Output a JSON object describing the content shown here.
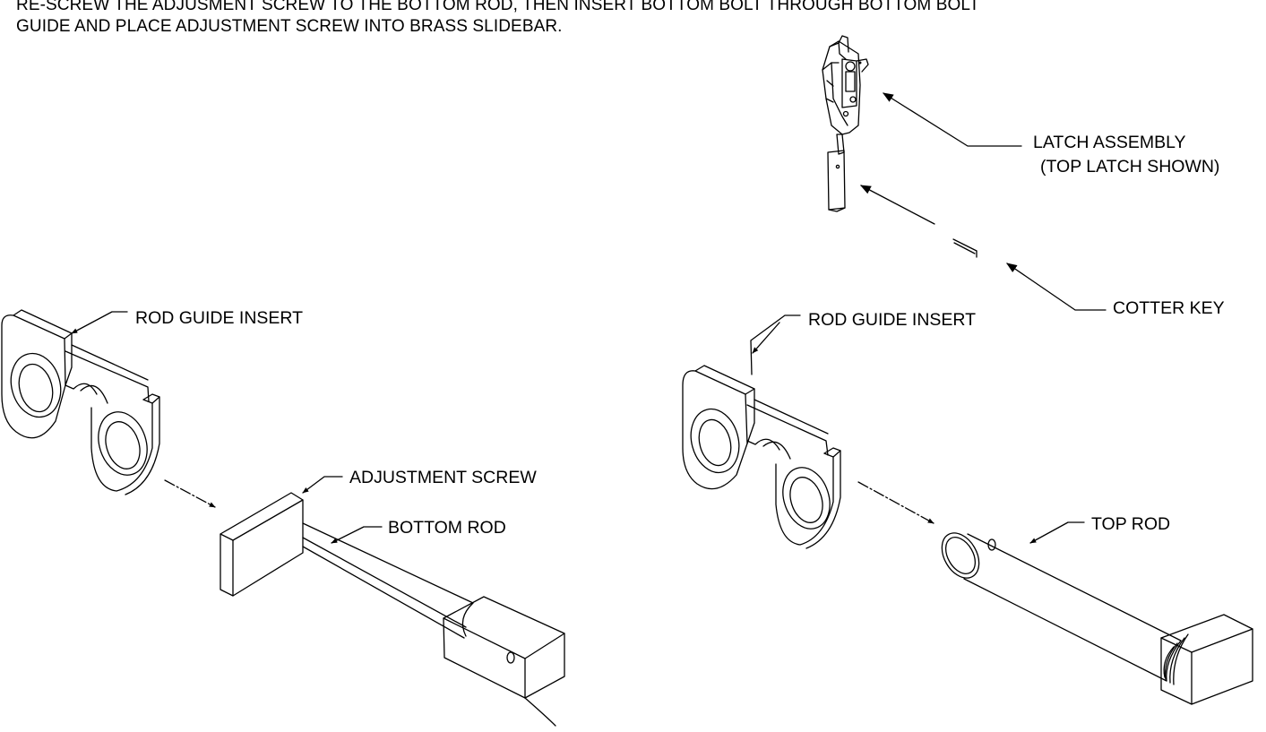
{
  "instructions": {
    "line1": "RE-SCREW THE ADJUSMENT SCREW TO THE BOTTOM ROD, THEN INSERT BOTTOM BOLT THROUGH BOTTOM BOLT",
    "line2": "GUIDE AND PLACE ADJUSTMENT SCREW INTO BRASS SLIDEBAR."
  },
  "labels": {
    "latch_assembly": "LATCH ASSEMBLY",
    "latch_note": "(TOP LATCH SHOWN)",
    "cotter_key": "COTTER KEY",
    "rod_guide_insert_left": "ROD GUIDE INSERT",
    "rod_guide_insert_right": "ROD GUIDE INSERT",
    "adjustment_screw": "ADJUSTMENT SCREW",
    "bottom_rod": "BOTTOM ROD",
    "top_rod": "TOP ROD"
  }
}
